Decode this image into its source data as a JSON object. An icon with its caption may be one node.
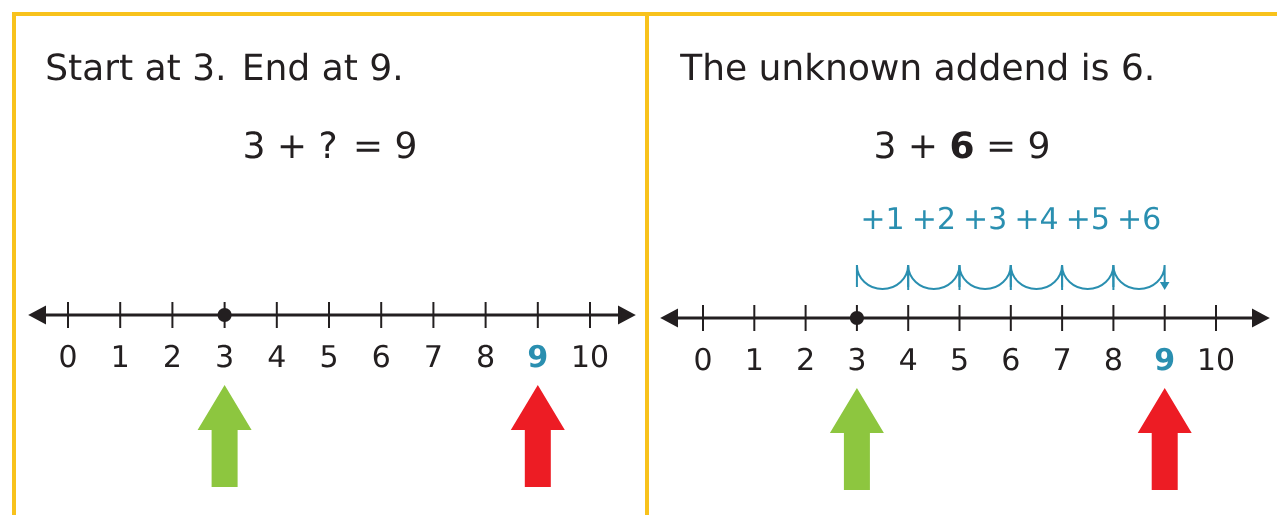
{
  "diagram": {
    "nodes": [
      {
        "text": [
          "Start at 3. End at 9.",
          "3 + ? = 9"
        ]
      },
      {
        "text": [
          "The unknown addend is 6.",
          "3 + **6** = 9"
        ]
      }
    ],
    "labels": [
      "0",
      "1",
      "2",
      "3",
      "4",
      "5",
      "6",
      "7",
      "8",
      "9",
      "10",
      "+1",
      "+2",
      "+3",
      "+4",
      "+5",
      "+6",
      "0",
      "1",
      "2",
      "3",
      "4",
      "5",
      "6",
      "7",
      "8",
      "9",
      "10"
    ]
  }
}
